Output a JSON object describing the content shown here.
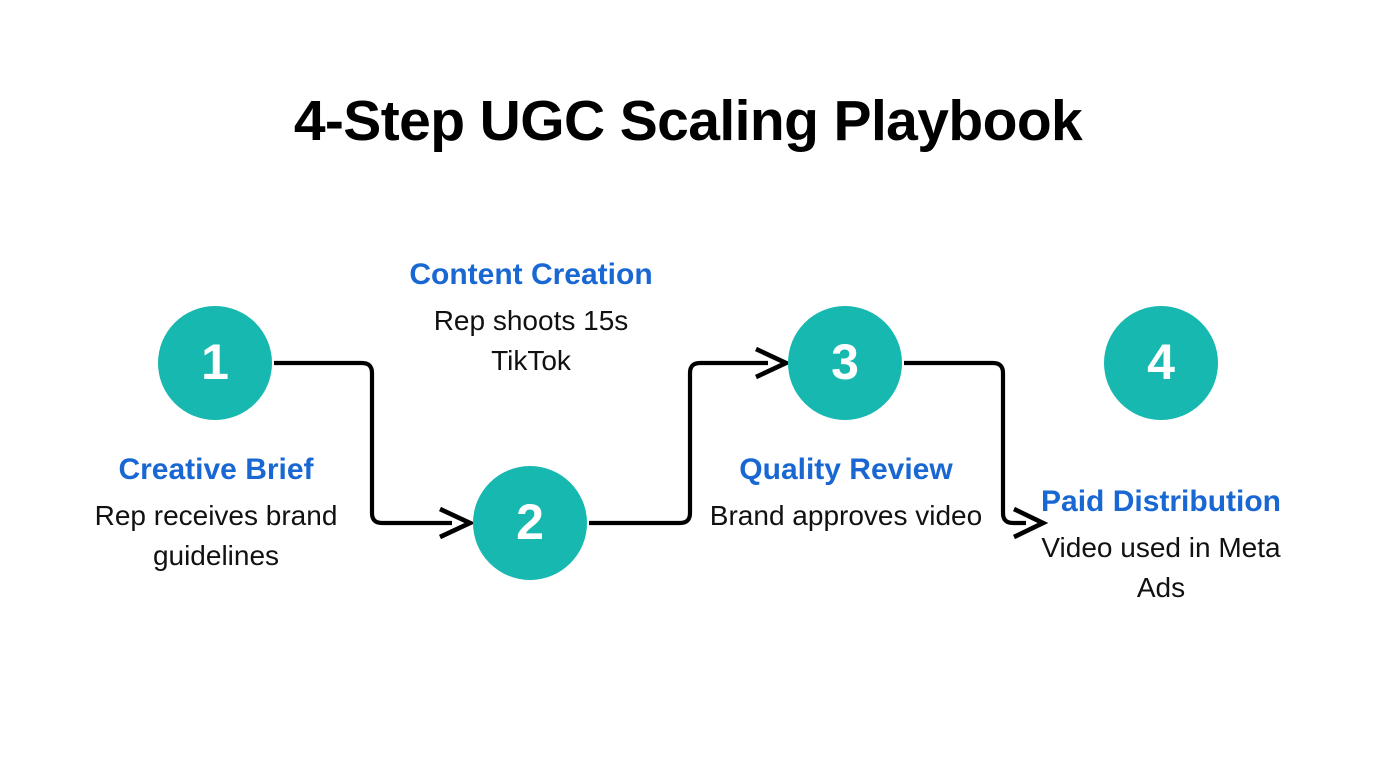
{
  "title": "4-Step UGC Scaling Playbook",
  "colors": {
    "background": "#ffffff",
    "circle_fill": "#16b8af",
    "circle_number": "#ffffff",
    "heading": "#1967d2",
    "body_text": "#111111",
    "connector": "#000000",
    "title_text": "#000000"
  },
  "steps": [
    {
      "number": "1",
      "heading": "Creative Brief",
      "body": "Rep receives brand guidelines"
    },
    {
      "number": "2",
      "heading": "Content Creation",
      "body": "Rep shoots 15s TikTok"
    },
    {
      "number": "3",
      "heading": "Quality Review",
      "body": "Brand approves video"
    },
    {
      "number": "4",
      "heading": "Paid Distribution",
      "body": "Video used in Meta Ads"
    }
  ],
  "connectors": [
    {
      "from": "1",
      "to": "2",
      "direction": "right-down-right"
    },
    {
      "from": "2",
      "to": "3",
      "direction": "right-up-right"
    },
    {
      "from": "3",
      "to": "4",
      "direction": "right-down-right"
    }
  ]
}
